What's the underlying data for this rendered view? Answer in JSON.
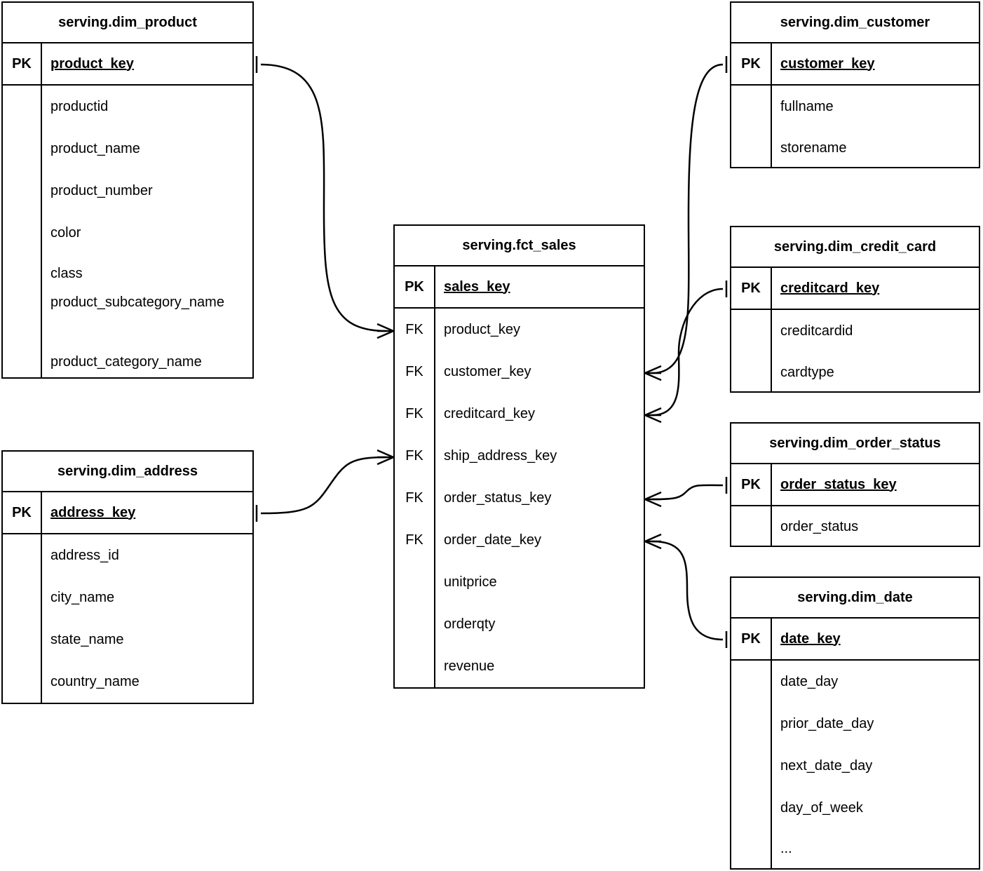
{
  "diagram": {
    "title": "Star schema ER diagram",
    "notation": "crow's foot",
    "line_color": "#000000",
    "background_color": "#ffffff"
  },
  "entities": {
    "dim_product": {
      "name": "serving.dim_product",
      "pk_label": "PK",
      "pk_field": "product_key",
      "attributes": [
        "productid",
        "product_name",
        "product_number",
        "color",
        "class",
        "product_subcategory_name",
        "product_category_name"
      ]
    },
    "dim_address": {
      "name": "serving.dim_address",
      "pk_label": "PK",
      "pk_field": "address_key",
      "attributes": [
        "address_id",
        "city_name",
        "state_name",
        "country_name"
      ]
    },
    "fct_sales": {
      "name": "serving.fct_sales",
      "pk_label": "PK",
      "pk_field": "sales_key",
      "fk_label": "FK",
      "columns": [
        {
          "key": "FK",
          "name": "product_key"
        },
        {
          "key": "FK",
          "name": "customer_key"
        },
        {
          "key": "FK",
          "name": "creditcard_key"
        },
        {
          "key": "FK",
          "name": "ship_address_key"
        },
        {
          "key": "FK",
          "name": "order_status_key"
        },
        {
          "key": "FK",
          "name": "order_date_key"
        },
        {
          "key": "",
          "name": "unitprice"
        },
        {
          "key": "",
          "name": "orderqty"
        },
        {
          "key": "",
          "name": "revenue"
        }
      ]
    },
    "dim_customer": {
      "name": "serving.dim_customer",
      "pk_label": "PK",
      "pk_field": "customer_key",
      "attributes": [
        "fullname",
        "storename"
      ]
    },
    "dim_credit_card": {
      "name": "serving.dim_credit_card",
      "pk_label": "PK",
      "pk_field": "creditcard_key",
      "attributes": [
        "creditcardid",
        "cardtype"
      ]
    },
    "dim_order_status": {
      "name": "serving.dim_order_status",
      "pk_label": "PK",
      "pk_field": "order_status_key",
      "attributes": [
        "order_status"
      ]
    },
    "dim_date": {
      "name": "serving.dim_date",
      "pk_label": "PK",
      "pk_field": "date_key",
      "attributes": [
        "date_day",
        "prior_date_day",
        "next_date_day",
        "day_of_week",
        "..."
      ]
    }
  },
  "relationships": [
    {
      "id": "product-to-sales",
      "from_entity": "serving.dim_product",
      "from_field": "product_key",
      "from_cardinality": "one",
      "to_entity": "serving.fct_sales",
      "to_field": "product_key",
      "to_cardinality": "many"
    },
    {
      "id": "address-to-sales",
      "from_entity": "serving.dim_address",
      "from_field": "address_key",
      "from_cardinality": "one",
      "to_entity": "serving.fct_sales",
      "to_field": "ship_address_key",
      "to_cardinality": "many"
    },
    {
      "id": "customer-to-sales",
      "from_entity": "serving.dim_customer",
      "from_field": "customer_key",
      "from_cardinality": "one",
      "to_entity": "serving.fct_sales",
      "to_field": "customer_key",
      "to_cardinality": "many"
    },
    {
      "id": "creditcard-to-sales",
      "from_entity": "serving.dim_credit_card",
      "from_field": "creditcard_key",
      "from_cardinality": "one",
      "to_entity": "serving.fct_sales",
      "to_field": "creditcard_key",
      "to_cardinality": "many"
    },
    {
      "id": "orderstatus-to-sales",
      "from_entity": "serving.dim_order_status",
      "from_field": "order_status_key",
      "from_cardinality": "one",
      "to_entity": "serving.fct_sales",
      "to_field": "order_status_key",
      "to_cardinality": "many"
    },
    {
      "id": "date-to-sales",
      "from_entity": "serving.dim_date",
      "from_field": "date_key",
      "from_cardinality": "one",
      "to_entity": "serving.fct_sales",
      "to_field": "order_date_key",
      "to_cardinality": "many"
    }
  ]
}
